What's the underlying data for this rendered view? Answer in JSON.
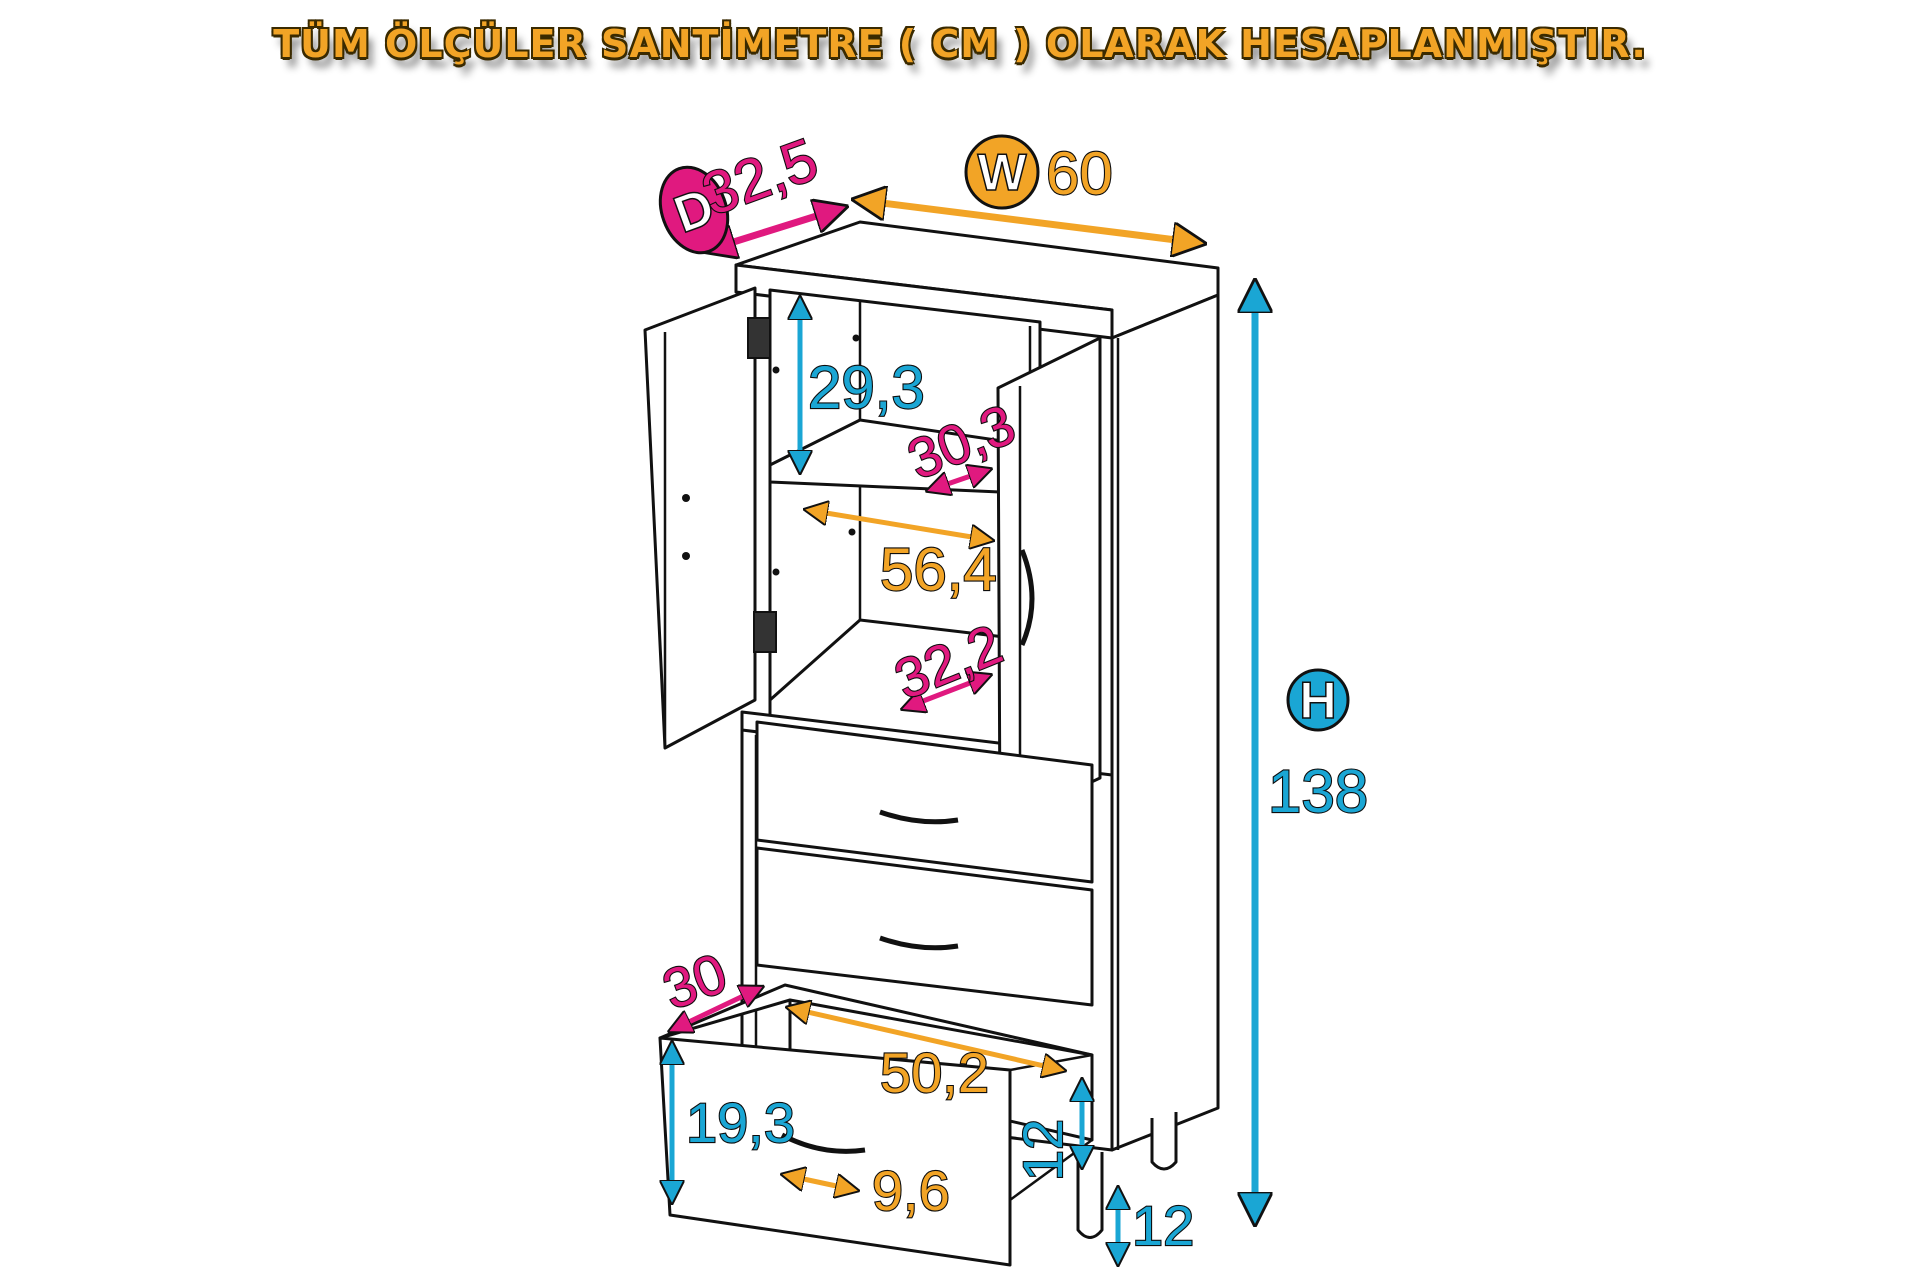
{
  "header": {
    "banner": "TÜM ÖLÇÜLER SANTİMETRE ( CM ) OLARAK HESAPLANMIŞTIR."
  },
  "colors": {
    "orange": "#f2a426",
    "magenta": "#e0197f",
    "cyan": "#1aa6d4",
    "outline": "#111111",
    "banner_shadow": "#3a2a00"
  },
  "dimensions": {
    "depth_letter": "D",
    "depth": "32,5",
    "width_letter": "W",
    "width": "60",
    "height_letter": "H",
    "height": "138",
    "shelf_height": "29,3",
    "shelf_depth": "30,3",
    "inner_width": "56,4",
    "lower_shelf_depth": "32,2",
    "drawer_depth": "30",
    "drawer_inner_width": "50,2",
    "drawer_front_height": "19,3",
    "drawer_inner_height": "12",
    "handle_width": "9,6",
    "leg_height": "12"
  }
}
